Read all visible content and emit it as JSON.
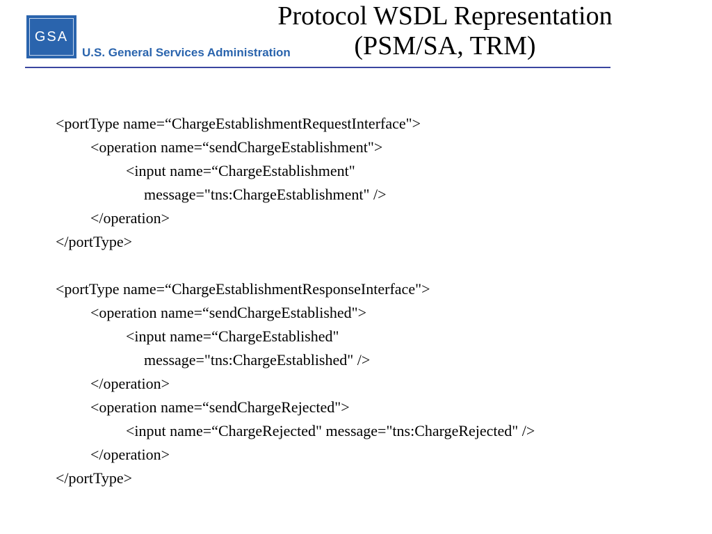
{
  "header": {
    "logo_text": "GSA",
    "org_name": "U.S. General Services Administration",
    "title_line1": "Protocol WSDL Representation",
    "title_line2": "(PSM/SA, TRM)",
    "brand_color": "#2a64ad",
    "rule_color": "#3a46a0"
  },
  "code_lines": [
    "<portType name=“ChargeEstablishmentRequestInterface\">",
    "<operation name=“sendChargeEstablishment\">",
    "<input name=“ChargeEstablishment\"",
    "message=\"tns:ChargeEstablishment\" />",
    "</operation>",
    "</portType>",
    "",
    "<portType name=“ChargeEstablishmentResponseInterface\">",
    "<operation name=“sendChargeEstablished\">",
    "<input name=“ChargeEstablished\"",
    "message=\"tns:ChargeEstablished\" />",
    "</operation>",
    "<operation name=“sendChargeRejected\">",
    "<input name=“ChargeRejected\" message=\"tns:ChargeRejected\" />",
    "</operation>",
    "</portType>"
  ]
}
